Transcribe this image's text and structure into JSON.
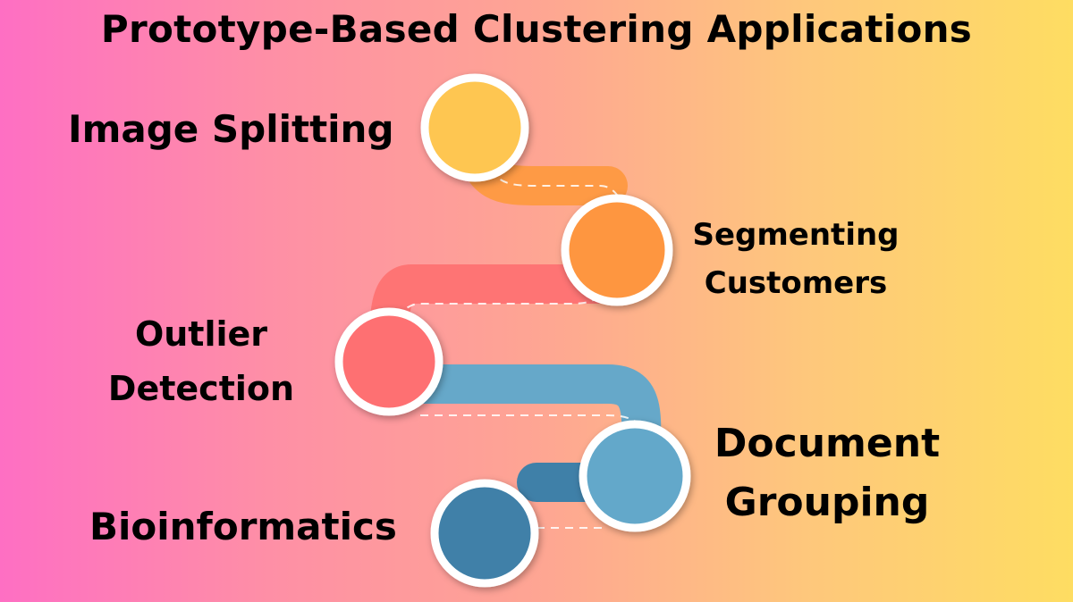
{
  "title": "Prototype-Based Clustering Applications",
  "items": [
    {
      "label": "Image Splitting",
      "color": "#fec651"
    },
    {
      "label_line1": "Segmenting",
      "label_line2": "Customers",
      "color": "#fe963f"
    },
    {
      "label_line1": "Outlier",
      "label_line2": "Detection",
      "color": "#fe6f72"
    },
    {
      "label_line1": "Document",
      "label_line2": "Grouping",
      "color": "#63a8ca"
    },
    {
      "label": "Bioinformatics",
      "color": "#3f80a8"
    }
  ]
}
